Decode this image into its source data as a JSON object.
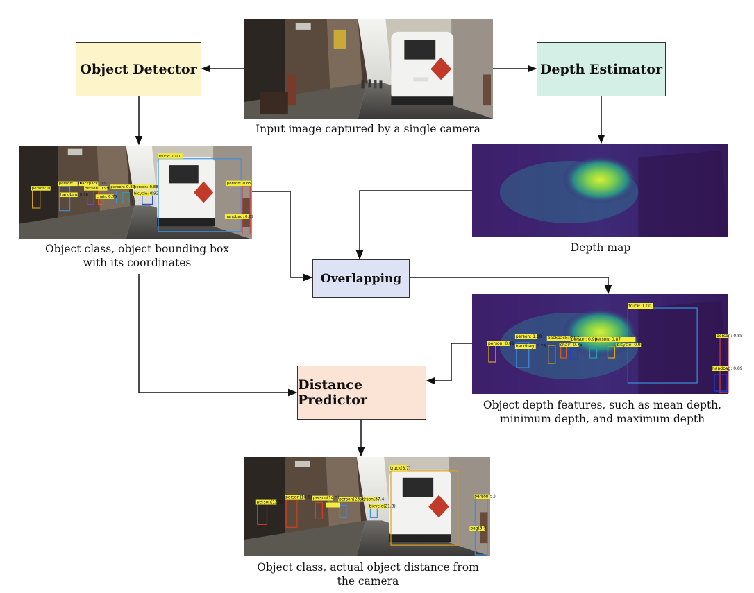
{
  "colors": {
    "object_detector": "#fdf4c9",
    "depth_estimator": "#d4efe5",
    "overlapping": "#dde2f5",
    "distance_predictor": "#fbe3d5",
    "arrow": "#111111",
    "bbox_label": "#f4ec3a",
    "depth_bg": "#3e1d6e",
    "depth_hot": "#d8ee36"
  },
  "nodes": {
    "object_detector": "Object Detector",
    "depth_estimator": "Depth Estimator",
    "overlapping": "Overlapping",
    "distance_predictor": "Distance Predictor"
  },
  "captions": {
    "input": "Input image captured by a single camera",
    "detection_1": "Object class, object bounding box",
    "detection_2": "with its coordinates",
    "depth_map": "Depth map",
    "features_1": "Object depth features, such as mean depth,",
    "features_2": "minimum depth, and maximum depth",
    "output_1": "Object class, actual object distance from",
    "output_2": "the camera"
  },
  "labels": {
    "detection": [
      "truck: 1.00",
      "person: 0.81",
      "person: 1.00",
      "backpack: 0.97",
      "person: 0.99",
      "person: 0.87",
      "person: 0.88",
      "handbag: 0.76",
      "chair: 0.75",
      "bicycle: 0.92",
      "person: 0.85",
      "handbag: 0.89"
    ],
    "features": [
      "truck: 1.00",
      "person: 0.81",
      "person: 1.00",
      "backpack: 0.97",
      "person: 0.99",
      "person: 0.87",
      "handbag: 0.76",
      "chair: 0.75",
      "bicycle: 0.92",
      "person: 0.85",
      "handbag: 0.89"
    ],
    "output": [
      "truck(8.7)",
      "person(12.5)",
      "person(10.5)",
      "person(14.3)",
      "person(23.3)",
      "person(37.4)",
      "bicycle(21.8)",
      "person(5.)",
      "bag(3.9)"
    ]
  }
}
